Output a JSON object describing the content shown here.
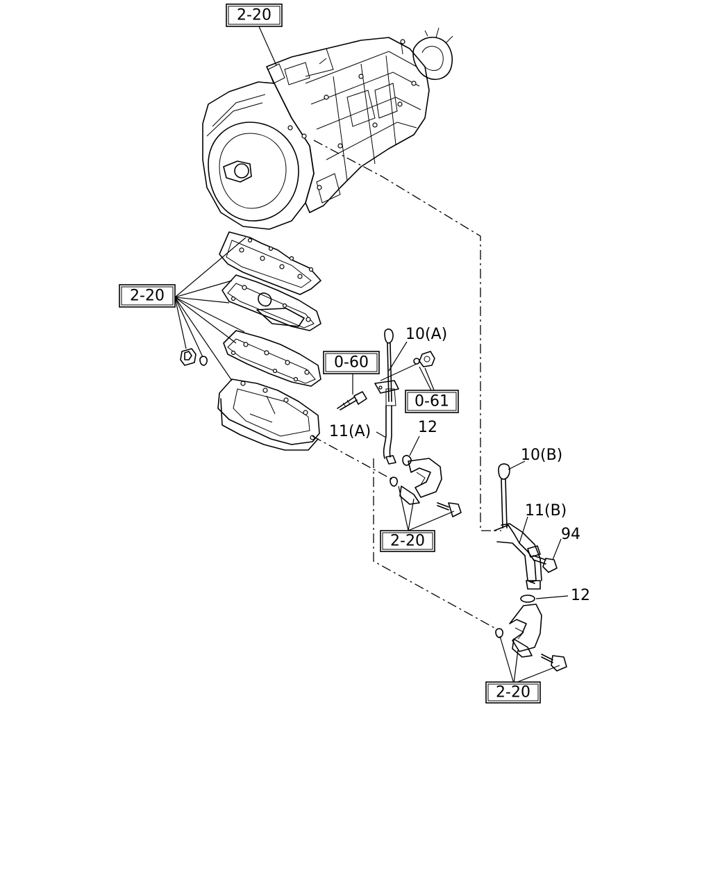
{
  "diagram": {
    "reference_boxes": [
      {
        "id": "ref-top",
        "label": "2-20"
      },
      {
        "id": "ref-gasket",
        "label": "2-20"
      },
      {
        "id": "ref-bolt-a",
        "label": "0-60"
      },
      {
        "id": "ref-nut-a",
        "label": "0-61"
      },
      {
        "id": "ref-bracket-a",
        "label": "2-20"
      },
      {
        "id": "ref-bracket-b",
        "label": "2-20"
      }
    ],
    "callouts": [
      {
        "id": "dipstick-a",
        "label": "10(A)"
      },
      {
        "id": "tube-a",
        "label": "11(A)"
      },
      {
        "id": "oring-a",
        "label": "12"
      },
      {
        "id": "dipstick-b",
        "label": "10(B)"
      },
      {
        "id": "tube-b",
        "label": "11(B)"
      },
      {
        "id": "bolt-b",
        "label": "94"
      },
      {
        "id": "oring-b",
        "label": "12"
      }
    ]
  }
}
